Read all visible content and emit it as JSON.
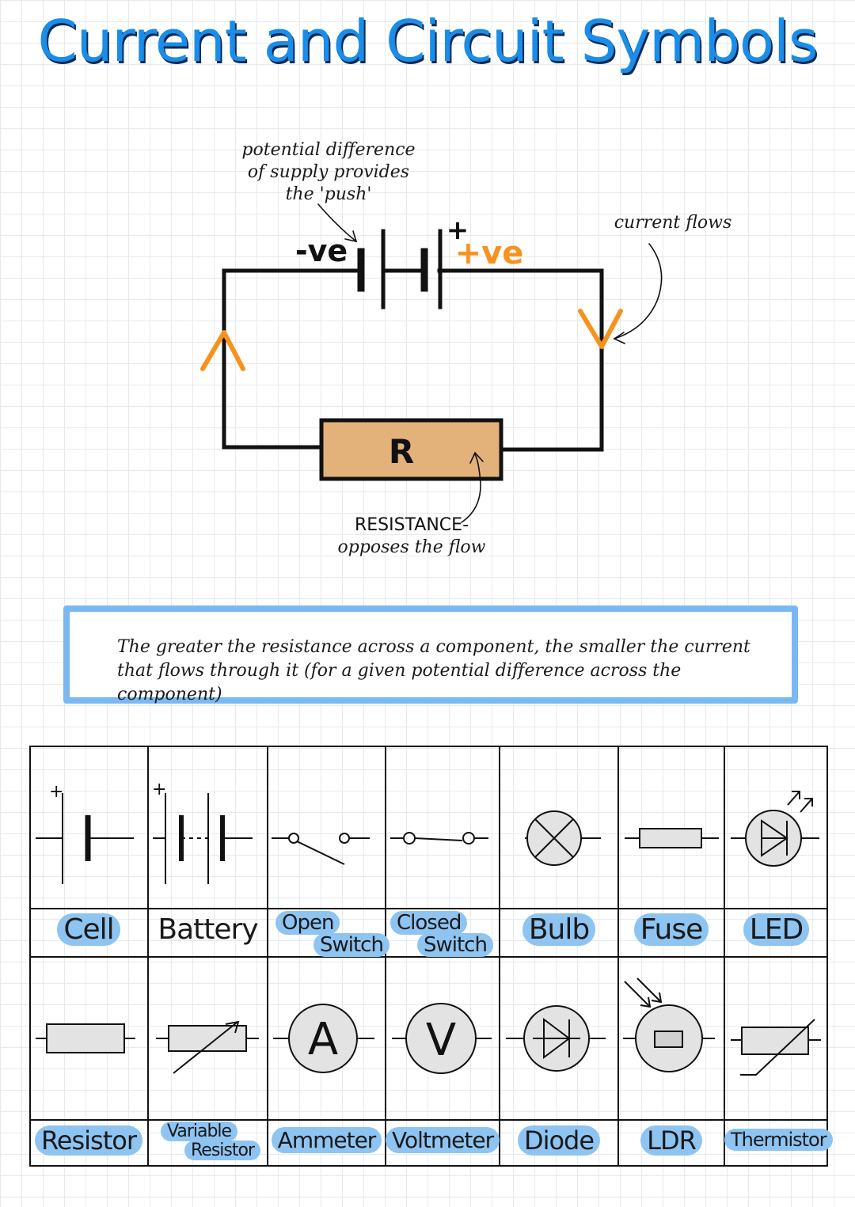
{
  "title": "Current and Circuit Symbols",
  "circuit": {
    "annotation_supply": [
      "potential difference",
      "of supply provides",
      "the 'push'"
    ],
    "negative_label": "-ve",
    "positive_sign": "+",
    "positive_label": "+ve",
    "annotation_current": "current flows",
    "resistor_letter": "R",
    "annotation_resistance": [
      "RESISTANCE-",
      "opposes the flow"
    ],
    "colors": {
      "orange": "#f7921e",
      "resistor_fill": "#e3b27b",
      "wire": "#111111"
    }
  },
  "note": {
    "text": "The greater the resistance across a component, the smaller the current that flows through it (for a given potential difference across the component)"
  },
  "symbols": {
    "row1": [
      {
        "label": "Cell",
        "icon": "cell-symbol"
      },
      {
        "label": "Battery",
        "icon": "battery-symbol"
      },
      {
        "label": [
          "Open",
          "Switch"
        ],
        "icon": "open-switch-symbol"
      },
      {
        "label": [
          "Closed",
          "Switch"
        ],
        "icon": "closed-switch-symbol"
      },
      {
        "label": "Bulb",
        "icon": "bulb-symbol"
      },
      {
        "label": "Fuse",
        "icon": "fuse-symbol"
      },
      {
        "label": "LED",
        "icon": "led-symbol"
      }
    ],
    "row2": [
      {
        "label": "Resistor",
        "icon": "resistor-symbol"
      },
      {
        "label": [
          "Variable",
          "Resistor"
        ],
        "icon": "variable-resistor-symbol"
      },
      {
        "label": "Ammeter",
        "icon": "ammeter-symbol"
      },
      {
        "label": "Voltmeter",
        "icon": "voltmeter-symbol"
      },
      {
        "label": "Diode",
        "icon": "diode-symbol"
      },
      {
        "label": "LDR",
        "icon": "ldr-symbol"
      },
      {
        "label": "Thermistor",
        "icon": "thermistor-symbol"
      }
    ],
    "cell_plus": "+",
    "battery_plus": "+",
    "ammeter_letter": "A",
    "voltmeter_letter": "V"
  }
}
